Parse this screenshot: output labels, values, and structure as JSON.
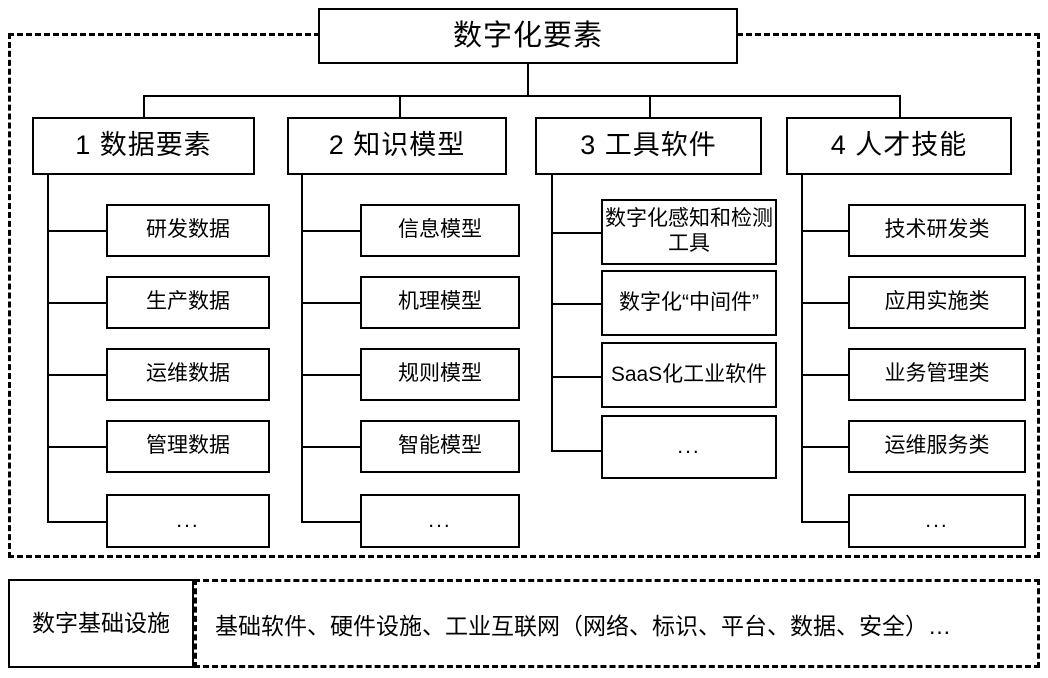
{
  "diagram": {
    "root": {
      "label": "数字化要素"
    },
    "categories": [
      {
        "id": "data-elements",
        "label": "1 数据要素",
        "items": [
          {
            "label": "研发数据"
          },
          {
            "label": "生产数据"
          },
          {
            "label": "运维数据"
          },
          {
            "label": "管理数据"
          },
          {
            "label": "..."
          }
        ]
      },
      {
        "id": "knowledge-models",
        "label": "2 知识模型",
        "items": [
          {
            "label": "信息模型"
          },
          {
            "label": "机理模型"
          },
          {
            "label": "规则模型"
          },
          {
            "label": "智能模型"
          },
          {
            "label": "..."
          }
        ]
      },
      {
        "id": "tool-software",
        "label": "3 工具软件",
        "items": [
          {
            "label": "数字化感知和检测工具"
          },
          {
            "label": "数字化“中间件”"
          },
          {
            "label": "SaaS化工业软件"
          },
          {
            "label": "..."
          }
        ]
      },
      {
        "id": "talent-skills",
        "label": "4 人才技能",
        "items": [
          {
            "label": "技术研发类"
          },
          {
            "label": "应用实施类"
          },
          {
            "label": "业务管理类"
          },
          {
            "label": "运维服务类"
          },
          {
            "label": "..."
          }
        ]
      }
    ],
    "infrastructure": {
      "label": "数字基础设施",
      "content": "基础软件、硬件设施、工业互联网（网络、标识、平台、数据、安全）…"
    },
    "colors": {
      "line": "#000000",
      "background": "#ffffff",
      "text": "#000000"
    }
  }
}
